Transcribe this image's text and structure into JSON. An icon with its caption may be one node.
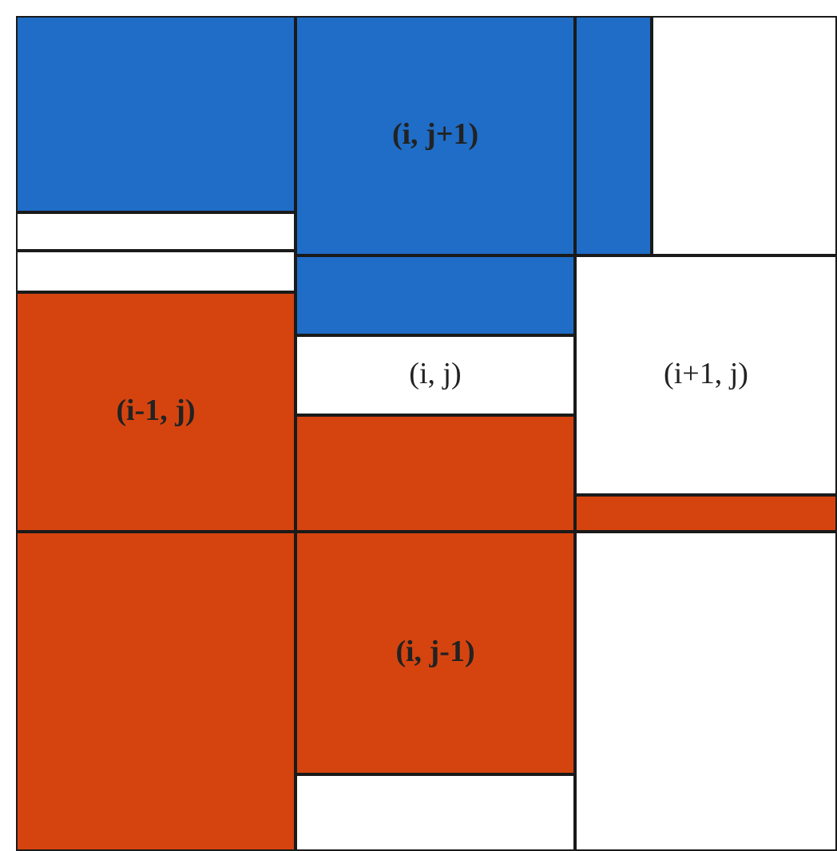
{
  "diagram": {
    "nodes": [
      {
        "text": [
          "(i, j+1)"
        ]
      },
      {
        "text": [
          "(i-1, j)"
        ]
      },
      {
        "text": [
          "(i, j)"
        ]
      },
      {
        "text": [
          "(i+1, j)"
        ]
      },
      {
        "text": [
          "(i, j-1)"
        ]
      }
    ]
  }
}
